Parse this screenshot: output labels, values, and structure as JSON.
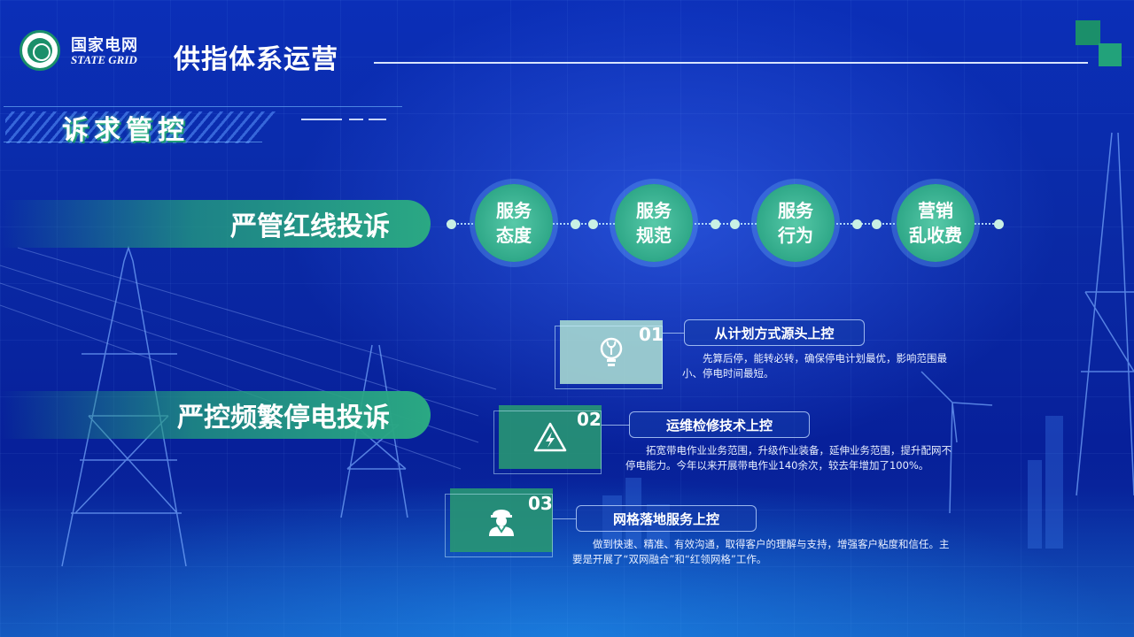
{
  "header": {
    "brand_cn": "国家电网",
    "brand_en": "STATE GRID",
    "title": "供指体系运营"
  },
  "section": {
    "title": "诉求管控"
  },
  "redline": {
    "label": "严管红线投诉",
    "items": [
      {
        "line1": "服务",
        "line2": "态度"
      },
      {
        "line1": "服务",
        "line2": "规范"
      },
      {
        "line1": "服务",
        "line2": "行为"
      },
      {
        "line1": "营销",
        "line2": "乱收费"
      }
    ]
  },
  "outage": {
    "label": "严控频繁停电投诉",
    "steps": [
      {
        "num": "01",
        "icon": "lightbulb-icon",
        "title": "从计划方式源头上控",
        "desc": "先算后停，能转必转，确保停电计划最优，影响范围最小、停电时间最短。"
      },
      {
        "num": "02",
        "icon": "lightning-warning-icon",
        "title": "运维检修技术上控",
        "desc": "拓宽带电作业业务范围，升级作业装备，延伸业务范围，提升配网不停电能力。今年以来开展带电作业140余次，较去年增加了100%。"
      },
      {
        "num": "03",
        "icon": "worker-icon",
        "title": "网格落地服务上控",
        "desc": "做到快速、精准、有效沟通，取得客户的理解与支持，增强客户粘度和信任。主要是开展了“双网融合”和“红领网格”工作。"
      }
    ]
  },
  "colors": {
    "accent": "#2aa883",
    "background": "#0a2aa6"
  }
}
